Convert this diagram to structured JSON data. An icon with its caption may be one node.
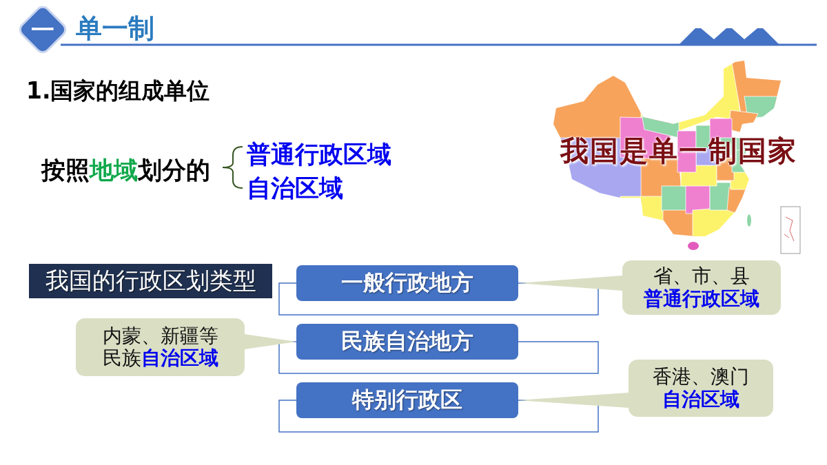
{
  "diagram": {
    "title": "单一制",
    "nodes": [
      {
        "text": [
          "一"
        ]
      },
      {
        "text": [
          "我国的行政区划类型"
        ]
      },
      {
        "text": [
          "一般行政地方"
        ]
      },
      {
        "text": [
          "省、市、县",
          "普通行政区域"
        ]
      },
      {
        "text": [
          "内蒙、新疆等民族**自治区域**"
        ]
      },
      {
        "text": [
          "民族自治地方"
        ]
      },
      {
        "text": [
          "特别行政区"
        ]
      },
      {
        "text": [
          "香港、澳门",
          "自治区域"
        ]
      }
    ],
    "edges": [
      {
        "from": 3,
        "to": 2,
        "arrow": "none"
      },
      {
        "from": 4,
        "to": 5,
        "arrow": "none"
      },
      {
        "from": 7,
        "to": 6,
        "arrow": "none"
      }
    ],
    "labels": [
      "1.国家的组成单位",
      "按照**地域**划分的",
      "普通行政区域",
      "自治区域",
      "我国是单一制国家"
    ]
  }
}
